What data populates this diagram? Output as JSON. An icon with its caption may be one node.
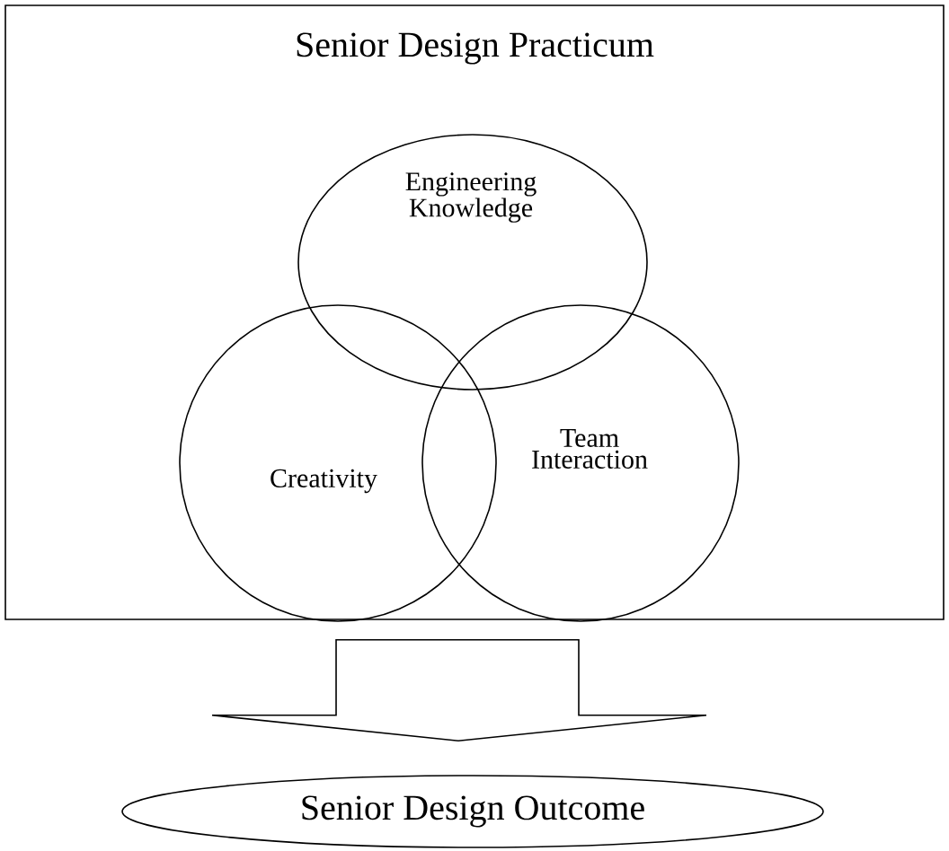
{
  "diagram": {
    "nodes": [
      {
        "text": [
          "Senior Design Practicum"
        ]
      },
      {
        "text": [
          "Engineering Knowledge"
        ],
        "in": 0
      },
      {
        "text": [
          "Creativity"
        ],
        "in": 0
      },
      {
        "text": [
          "Team Interaction"
        ],
        "in": 0
      },
      {
        "text": [
          "Senior Design Outcome"
        ]
      }
    ],
    "edges": [
      {
        "from": 0,
        "to": 4,
        "arrow": "to"
      }
    ]
  }
}
